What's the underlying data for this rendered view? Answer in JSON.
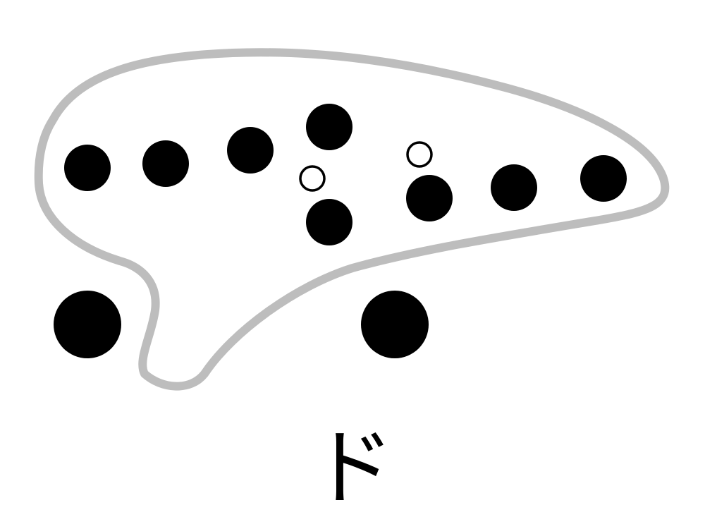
{
  "diagram": {
    "instrument": "ocarina",
    "note": "ド",
    "colors": {
      "body_outline": "#bdbdbd",
      "hole_closed": "#000000",
      "hole_open": "#ffffff",
      "background": "#ffffff"
    },
    "holes": [
      {
        "id": "left-pinky-hole",
        "state": "closed"
      },
      {
        "id": "left-ring-hole",
        "state": "closed"
      },
      {
        "id": "left-middle-hole",
        "state": "closed"
      },
      {
        "id": "left-index-hole",
        "state": "closed"
      },
      {
        "id": "left-sub-hole",
        "state": "open"
      },
      {
        "id": "left-lower-hole",
        "state": "closed"
      },
      {
        "id": "right-sub-hole",
        "state": "open"
      },
      {
        "id": "right-index-hole",
        "state": "closed"
      },
      {
        "id": "right-middle-hole",
        "state": "closed"
      },
      {
        "id": "right-ring-hole",
        "state": "closed"
      },
      {
        "id": "left-thumb-hole",
        "state": "closed"
      },
      {
        "id": "right-thumb-hole",
        "state": "closed"
      }
    ]
  }
}
